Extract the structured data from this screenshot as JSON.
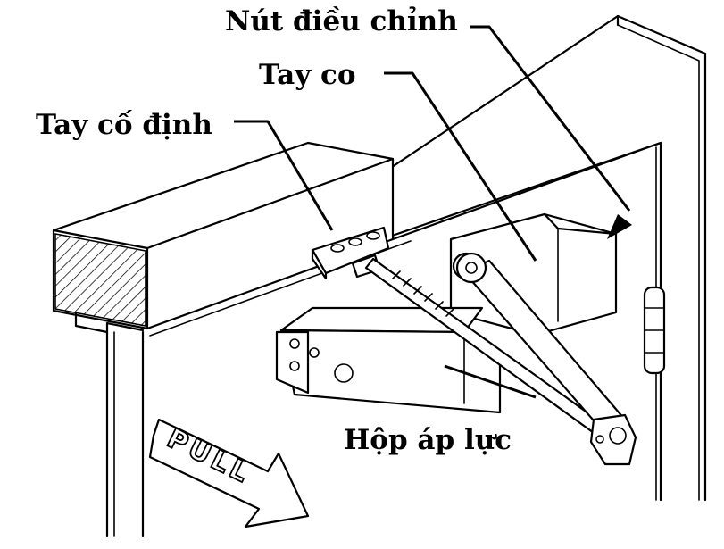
{
  "labels": {
    "adjust_knob": "Nút điều chỉnh",
    "arm": "Tay co",
    "fixed_arm": "Tay cố định",
    "pressure_box": "Hộp áp lực",
    "pull_sign": "PULL"
  }
}
